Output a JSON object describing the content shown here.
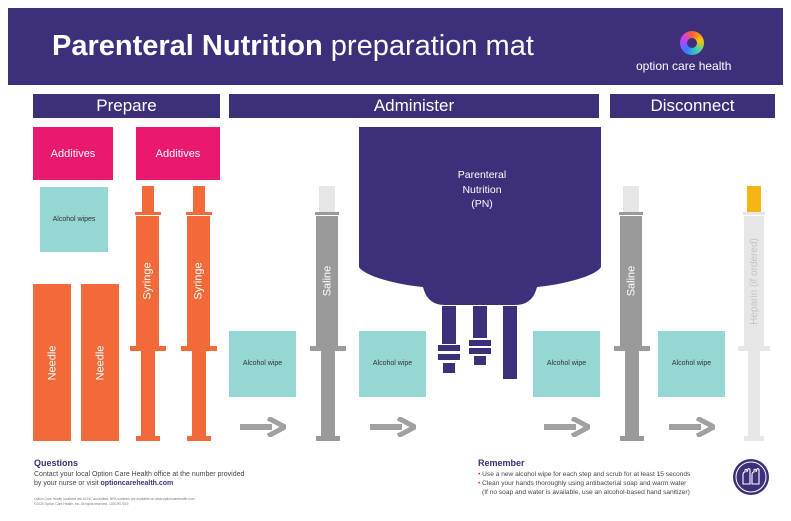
{
  "header": {
    "title_bold": "Parenteral Nutrition",
    "title_light": "preparation mat",
    "brand": "option care health"
  },
  "sections": {
    "prepare": "Prepare",
    "administer": "Administer",
    "disconnect": "Disconnect"
  },
  "items": {
    "additives_1": "Additives",
    "additives_2": "Additives",
    "alcohol_wipes": "Alcohol wipes",
    "needle_1": "Needle",
    "needle_2": "Needle",
    "syringe_1": "Syringe",
    "syringe_2": "Syringe",
    "saline_1": "Saline",
    "saline_2": "Saline",
    "heparin": "Heparin (if ordered)",
    "pn_line1": "Parenteral",
    "pn_line2": "Nutrition",
    "pn_line3": "(PN)",
    "wipe_1": "Alcohol wipe",
    "wipe_2": "Alcohol wipe",
    "wipe_3": "Alcohol wipe",
    "wipe_4": "Alcohol wipe"
  },
  "questions": {
    "title": "Questions",
    "text_line1": "Contact your local Option Care Health office at the number provided",
    "text_line2_prefix": "by your nurse or visit ",
    "url": "optioncarehealth.com",
    "fine_line1": "Option Care Health locations are ACHC accredited. NPA numbers are available on www.optioncarehealth.com",
    "fine_line2": "©2020 Option Care Health, Inc. All rights reserved. 103CH07019"
  },
  "remember": {
    "title": "Remember",
    "item1": "Use a new alcohol wipe for each step and scrub for at least 15 seconds",
    "item2": "Clean your hands thoroughly using antibacterial soap and warm water",
    "item3": "(If no soap and water is available, use an alcohol-based hand sanitizer)"
  },
  "colors": {
    "navy": "#3d2f7a",
    "pink": "#e8196e",
    "orange": "#f26a3a",
    "teal": "#94d7d3",
    "gray": "#9a9a9a",
    "yellow": "#f7b515"
  }
}
